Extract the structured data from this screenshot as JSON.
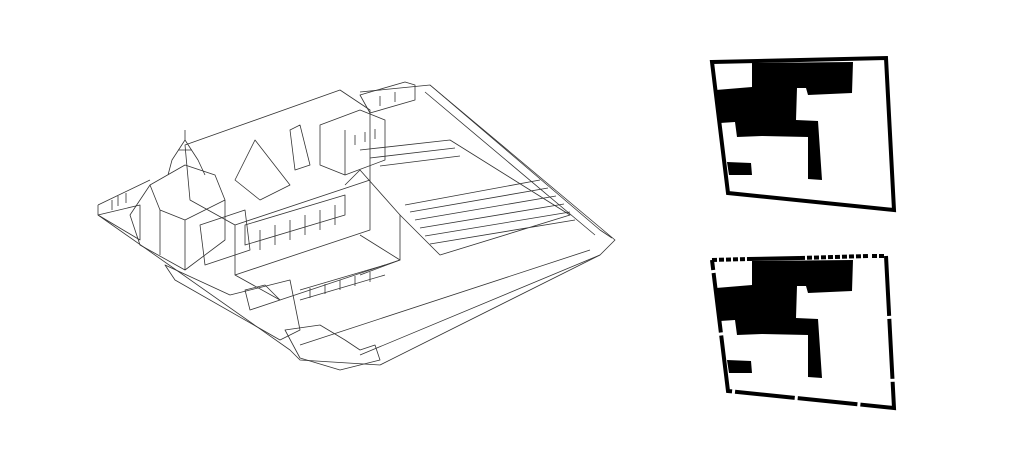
{
  "figure": {
    "colors": {
      "ink": "#000000",
      "paper": "#ffffff",
      "line": "#333333"
    },
    "panels": [
      "axonometric-view",
      "plan-before",
      "plan-after"
    ]
  }
}
